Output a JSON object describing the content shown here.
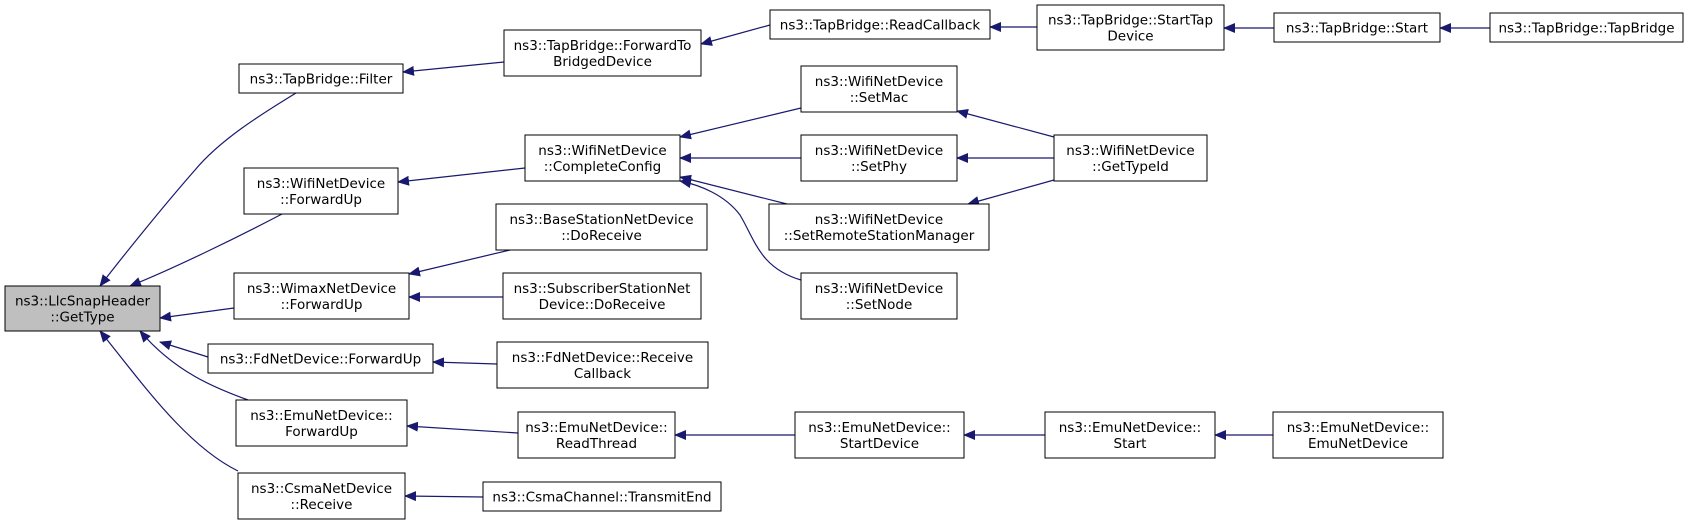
{
  "graph": {
    "nodes": [
      {
        "id": "llc",
        "lines": [
          "ns3::LlcSnapHeader",
          "::GetType"
        ],
        "highlighted": true
      },
      {
        "id": "tap_filter",
        "lines": [
          "ns3::TapBridge::Filter"
        ]
      },
      {
        "id": "tap_fwd",
        "lines": [
          "ns3::TapBridge::ForwardTo",
          "BridgedDevice"
        ]
      },
      {
        "id": "tap_readcb",
        "lines": [
          "ns3::TapBridge::ReadCallback"
        ]
      },
      {
        "id": "tap_starttap",
        "lines": [
          "ns3::TapBridge::StartTap",
          "Device"
        ]
      },
      {
        "id": "tap_start",
        "lines": [
          "ns3::TapBridge::Start"
        ]
      },
      {
        "id": "tap_ctor",
        "lines": [
          "ns3::TapBridge::TapBridge"
        ]
      },
      {
        "id": "wifi_fwd",
        "lines": [
          "ns3::WifiNetDevice",
          "::ForwardUp"
        ]
      },
      {
        "id": "wifi_cc",
        "lines": [
          "ns3::WifiNetDevice",
          "::CompleteConfig"
        ]
      },
      {
        "id": "wifi_setmac",
        "lines": [
          "ns3::WifiNetDevice",
          "::SetMac"
        ]
      },
      {
        "id": "wifi_setphy",
        "lines": [
          "ns3::WifiNetDevice",
          "::SetPhy"
        ]
      },
      {
        "id": "wifi_setrsm",
        "lines": [
          "ns3::WifiNetDevice",
          "::SetRemoteStationManager"
        ]
      },
      {
        "id": "wifi_setnode",
        "lines": [
          "ns3::WifiNetDevice",
          "::SetNode"
        ]
      },
      {
        "id": "wifi_gettypeid",
        "lines": [
          "ns3::WifiNetDevice",
          "::GetTypeId"
        ]
      },
      {
        "id": "wimax_fwd",
        "lines": [
          "ns3::WimaxNetDevice",
          "::ForwardUp"
        ]
      },
      {
        "id": "bs_recv",
        "lines": [
          "ns3::BaseStationNetDevice",
          "::DoReceive"
        ]
      },
      {
        "id": "ss_recv",
        "lines": [
          "ns3::SubscriberStationNet",
          "Device::DoReceive"
        ]
      },
      {
        "id": "fd_fwd",
        "lines": [
          "ns3::FdNetDevice::ForwardUp"
        ]
      },
      {
        "id": "fd_recvcb",
        "lines": [
          "ns3::FdNetDevice::Receive",
          "Callback"
        ]
      },
      {
        "id": "emu_fwd",
        "lines": [
          "ns3::EmuNetDevice::",
          "ForwardUp"
        ]
      },
      {
        "id": "emu_read",
        "lines": [
          "ns3::EmuNetDevice::",
          "ReadThread"
        ]
      },
      {
        "id": "emu_startdev",
        "lines": [
          "ns3::EmuNetDevice::",
          "StartDevice"
        ]
      },
      {
        "id": "emu_start",
        "lines": [
          "ns3::EmuNetDevice::",
          "Start"
        ]
      },
      {
        "id": "emu_ctor",
        "lines": [
          "ns3::EmuNetDevice::",
          "EmuNetDevice"
        ]
      },
      {
        "id": "csma_recv",
        "lines": [
          "ns3::CsmaNetDevice",
          "::Receive"
        ]
      },
      {
        "id": "csma_txend",
        "lines": [
          "ns3::CsmaChannel::TransmitEnd"
        ]
      }
    ],
    "edges": [
      {
        "from": "tap_filter",
        "to": "llc"
      },
      {
        "from": "wifi_fwd",
        "to": "llc"
      },
      {
        "from": "wimax_fwd",
        "to": "llc"
      },
      {
        "from": "fd_fwd",
        "to": "llc"
      },
      {
        "from": "emu_fwd",
        "to": "llc"
      },
      {
        "from": "csma_recv",
        "to": "llc"
      },
      {
        "from": "tap_fwd",
        "to": "tap_filter"
      },
      {
        "from": "tap_readcb",
        "to": "tap_fwd"
      },
      {
        "from": "tap_starttap",
        "to": "tap_readcb"
      },
      {
        "from": "tap_start",
        "to": "tap_starttap"
      },
      {
        "from": "tap_ctor",
        "to": "tap_start"
      },
      {
        "from": "wifi_cc",
        "to": "wifi_fwd"
      },
      {
        "from": "wifi_setmac",
        "to": "wifi_cc"
      },
      {
        "from": "wifi_setphy",
        "to": "wifi_cc"
      },
      {
        "from": "wifi_setrsm",
        "to": "wifi_cc"
      },
      {
        "from": "wifi_setnode",
        "to": "wifi_cc"
      },
      {
        "from": "wifi_gettypeid",
        "to": "wifi_setmac"
      },
      {
        "from": "wifi_gettypeid",
        "to": "wifi_setphy"
      },
      {
        "from": "wifi_gettypeid",
        "to": "wifi_setrsm"
      },
      {
        "from": "bs_recv",
        "to": "wimax_fwd"
      },
      {
        "from": "ss_recv",
        "to": "wimax_fwd"
      },
      {
        "from": "fd_recvcb",
        "to": "fd_fwd"
      },
      {
        "from": "emu_read",
        "to": "emu_fwd"
      },
      {
        "from": "emu_startdev",
        "to": "emu_read"
      },
      {
        "from": "emu_start",
        "to": "emu_startdev"
      },
      {
        "from": "emu_ctor",
        "to": "emu_start"
      },
      {
        "from": "csma_txend",
        "to": "csma_recv"
      }
    ]
  }
}
